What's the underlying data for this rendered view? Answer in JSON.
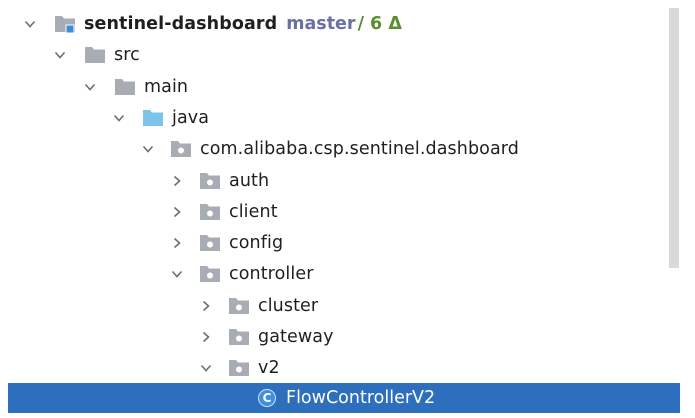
{
  "tree": {
    "root": {
      "label": "sentinel-dashboard",
      "branch": "master",
      "vcs_status": "/ 6 Δ",
      "icon": "module-folder-icon",
      "expanded": true
    },
    "nodes": [
      {
        "label": "src",
        "icon": "folder-icon",
        "expanded": true
      },
      {
        "label": "main",
        "icon": "folder-icon",
        "expanded": true
      },
      {
        "label": "java",
        "icon": "source-root-folder-icon",
        "expanded": true
      },
      {
        "label": "com.alibaba.csp.sentinel.dashboard",
        "icon": "package-icon",
        "expanded": true
      },
      {
        "label": "auth",
        "icon": "package-icon",
        "expanded": false
      },
      {
        "label": "client",
        "icon": "package-icon",
        "expanded": false
      },
      {
        "label": "config",
        "icon": "package-icon",
        "expanded": false
      },
      {
        "label": "controller",
        "icon": "package-icon",
        "expanded": true
      },
      {
        "label": "cluster",
        "icon": "package-icon",
        "expanded": false
      },
      {
        "label": "gateway",
        "icon": "package-icon",
        "expanded": false
      },
      {
        "label": "v2",
        "icon": "package-icon",
        "expanded": true
      }
    ],
    "selected": {
      "label": "FlowControllerV2",
      "icon": "java-class-icon",
      "badge": "C"
    }
  },
  "colors": {
    "selection": "#2d6fbd",
    "branch": "#6b6fa6",
    "vcs_status": "#5a8f2f",
    "folder": "#a8adb5",
    "source_root": "#7ec3ea"
  }
}
